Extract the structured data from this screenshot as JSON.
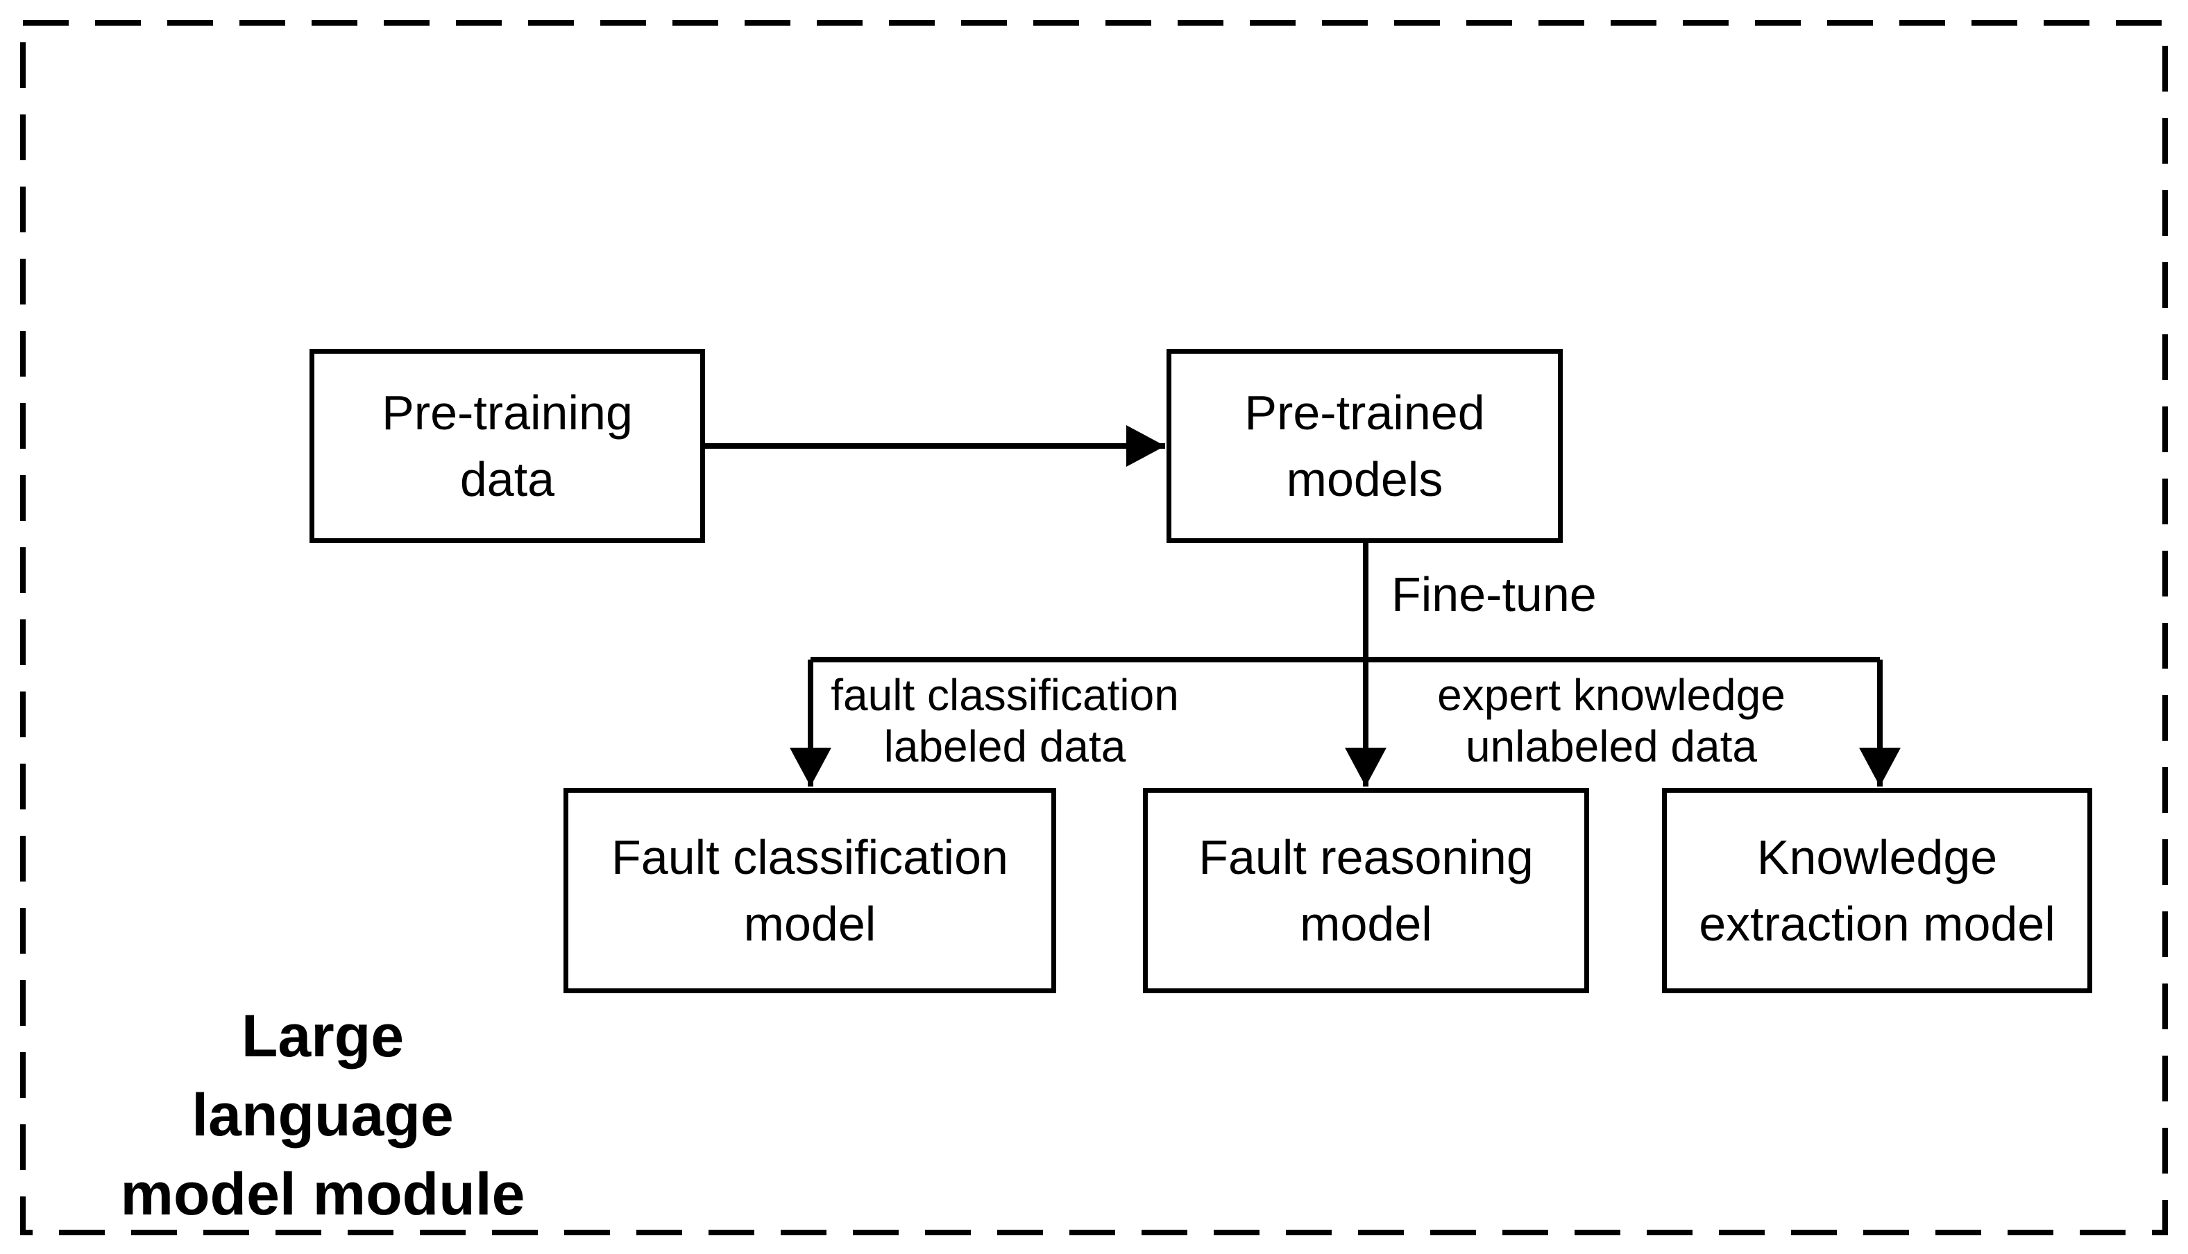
{
  "figure": {
    "module_label": "Large language\nmodel module",
    "nodes": {
      "pretraining_data": {
        "label": "Pre-training\ndata"
      },
      "pretrained_models": {
        "label": "Pre-trained\nmodels"
      },
      "fault_classification_model": {
        "label": "Fault classification\nmodel"
      },
      "fault_reasoning_model": {
        "label": "Fault reasoning\nmodel"
      },
      "knowledge_extraction_model": {
        "label": "Knowledge\nextraction model"
      }
    },
    "edge_labels": {
      "fine_tune": "Fine-tune",
      "fault_branch": "fault classification\nlabeled data",
      "knowledge_branch": "expert knowledge\nunlabeled data"
    },
    "colors": {
      "stroke": "#000000",
      "text": "#000000",
      "background": "#ffffff",
      "box_fill": "#ffffff"
    }
  }
}
